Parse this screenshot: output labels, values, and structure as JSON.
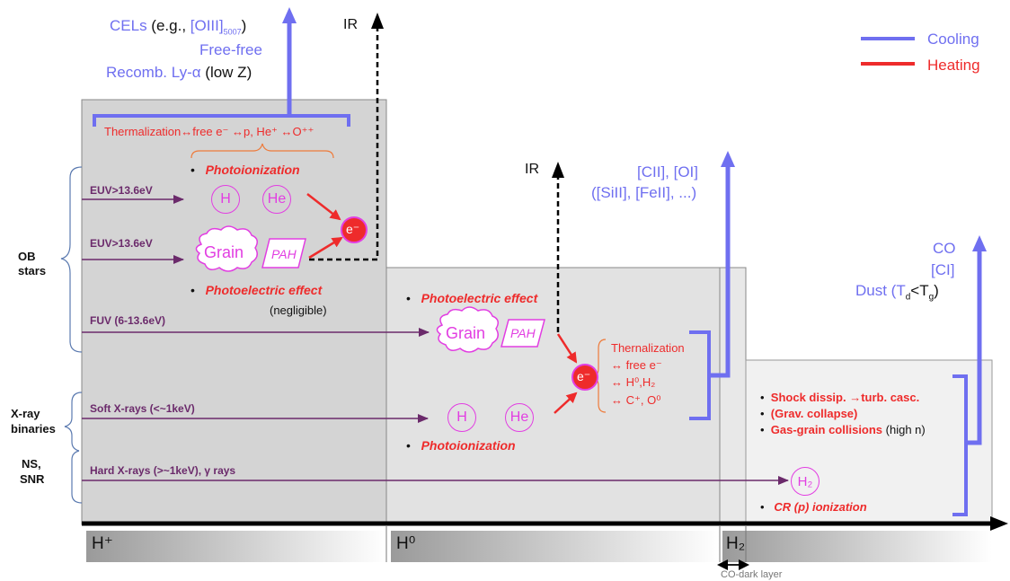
{
  "legend": {
    "cooling": "Cooling",
    "heating": "Heating",
    "cooling_color": "#6f6ff0",
    "heating_color": "#ee2b2b"
  },
  "top_left": {
    "cels_prefix": "CELs",
    "cels_example_open": " (e.g., ",
    "cels_line": "[OIII]",
    "cels_subscript": "5007",
    "cels_close": ")",
    "free_free": "Free-free",
    "recomb_prefix": "Recomb. Ly-α",
    "recomb_suffix": " (low Z)"
  },
  "ir_labels": {
    "ir_top": "IR",
    "ir_mid": "IR"
  },
  "h_plus_region": {
    "thermalization": "Thermalization↔free e⁻ ↔p, He⁺ ↔O⁺⁺",
    "photoionization": "Photoionization",
    "h": "H",
    "he": "He",
    "electron": "e⁻",
    "grain": "Grain",
    "pah": "PAH",
    "photoelectric": "Photoelectric effect",
    "negligible": "(negligible)"
  },
  "h0_region": {
    "photoelectric": "Photoelectric effect",
    "grain": "Grain",
    "pah": "PAH",
    "electron": "e⁻",
    "thermalization_lines": [
      "Thernalization",
      "↔ free e⁻",
      "↔ H⁰,H₂",
      "↔ C⁺, O⁰"
    ],
    "h": "H",
    "he": "He",
    "photoionization": "Photoionization",
    "cii_line1": "[CII], [OI]",
    "cii_line2": "([SiII], [FeII], ...)"
  },
  "h2_region": {
    "co": "CO",
    "ci": "[CI]",
    "dust_prefix": "Dust (T",
    "dust_sub1": "d",
    "dust_mid": "<T",
    "dust_sub2": "g",
    "dust_close": ")",
    "shock": "Shock dissip. →turb. casc.",
    "grav": "(Grav. collapse)",
    "gas_grain": "Gas-grain collisions",
    "high_n": " (high n)",
    "h2": "H₂",
    "cr": "CR (p) ionization"
  },
  "sources": {
    "ob_stars": [
      "OB",
      "stars"
    ],
    "xray_binaries": [
      "X-ray",
      "binaries"
    ],
    "ns_snr": [
      "NS,",
      "SNR"
    ],
    "euv1": "EUV>13.6eV",
    "euv2": "EUV>13.6eV",
    "fuv": "FUV (6-13.6eV)",
    "soft_xray": "Soft X-rays (<~1keV)",
    "hard_xray": "Hard X-rays (>~1keV), γ rays"
  },
  "axis": {
    "h_plus": "H⁺",
    "h0": "H⁰",
    "h2": "H₂",
    "co_dark": "CO-dark layer"
  }
}
